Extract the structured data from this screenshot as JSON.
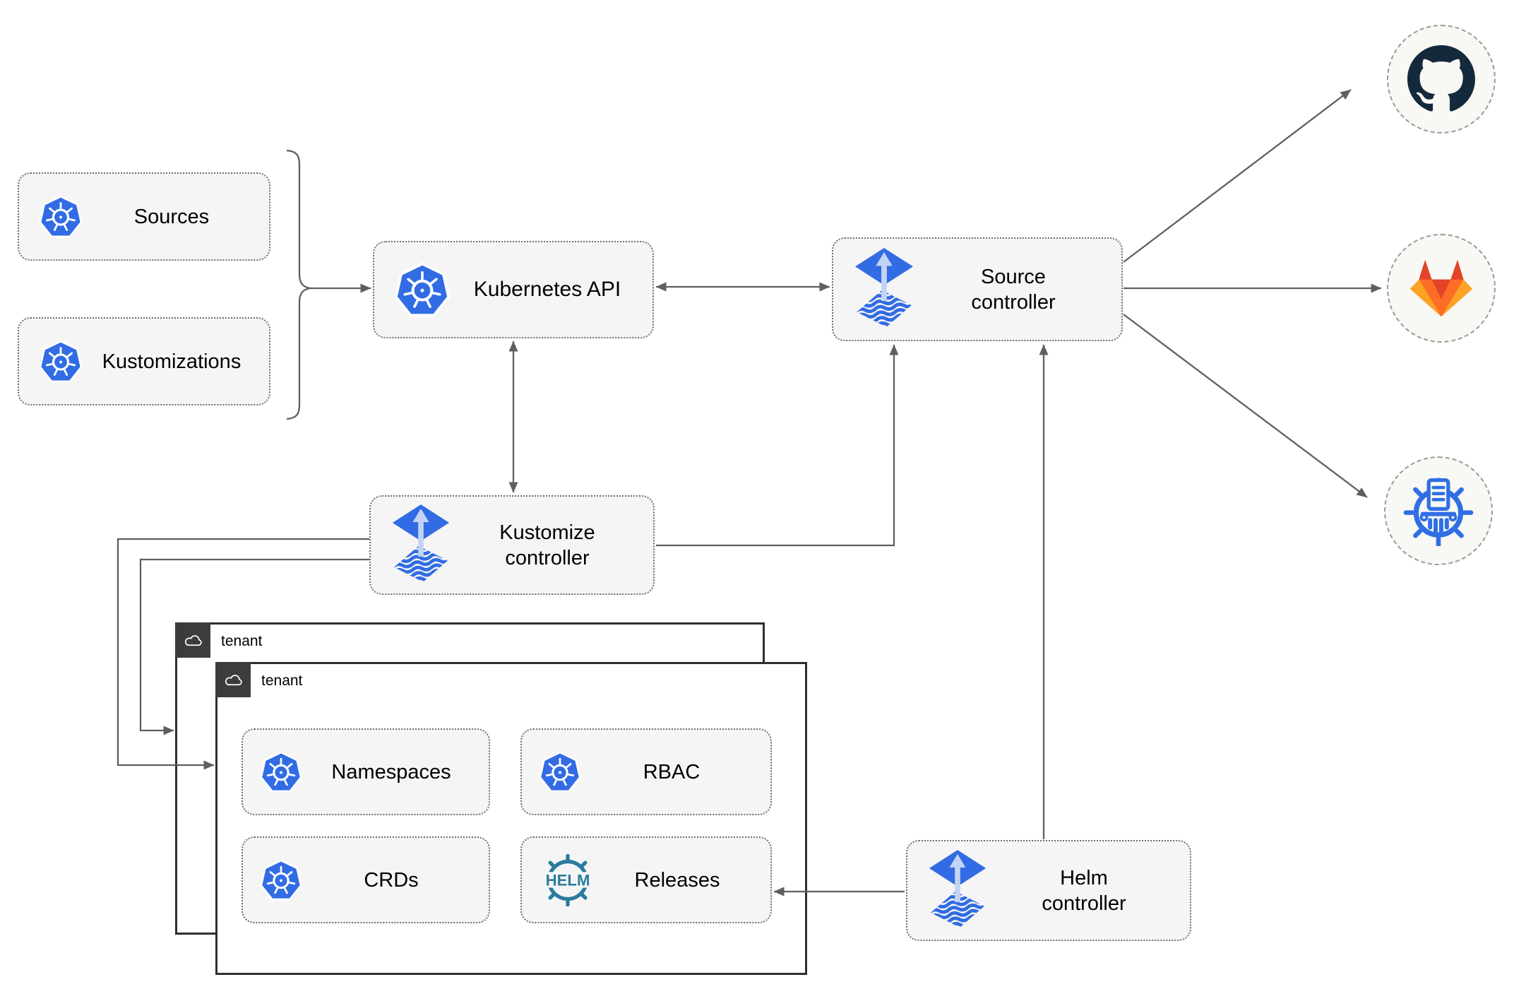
{
  "diagram": {
    "nodes": {
      "sources": {
        "label": "Sources",
        "icon": "kubernetes-icon"
      },
      "kustomizations": {
        "label": "Kustomizations",
        "icon": "kubernetes-icon"
      },
      "kubernetes_api": {
        "label": "Kubernetes API",
        "icon": "kubernetes-icon"
      },
      "source_controller": {
        "line1": "Source",
        "line2": "controller",
        "icon": "flux-icon"
      },
      "kustomize_controller": {
        "line1": "Kustomize",
        "line2": "controller",
        "icon": "flux-icon"
      },
      "helm_controller": {
        "line1": "Helm",
        "line2": "controller",
        "icon": "flux-icon"
      },
      "namespaces": {
        "label": "Namespaces",
        "icon": "kubernetes-icon"
      },
      "rbac": {
        "label": "RBAC",
        "icon": "kubernetes-icon"
      },
      "crds": {
        "label": "CRDs",
        "icon": "kubernetes-icon"
      },
      "releases": {
        "label": "Releases",
        "icon": "helm-icon"
      }
    },
    "groups": {
      "tenant_outer": {
        "label": "tenant",
        "icon": "cloud-icon"
      },
      "tenant_inner": {
        "label": "tenant",
        "icon": "cloud-icon"
      }
    },
    "externals": {
      "github": {
        "icon": "github-icon"
      },
      "gitlab": {
        "icon": "gitlab-icon"
      },
      "chartmuseum": {
        "icon": "chartmuseum-icon"
      }
    },
    "helm_logo_text": "HELM",
    "edges": [
      {
        "from": "sources/kustomizations bracket",
        "to": "kubernetes_api",
        "style": "arrow"
      },
      {
        "from": "kubernetes_api",
        "to": "source_controller",
        "style": "double-arrow"
      },
      {
        "from": "kubernetes_api",
        "to": "kustomize_controller",
        "style": "double-arrow"
      },
      {
        "from": "kustomize_controller",
        "to": "source_controller",
        "style": "arrow"
      },
      {
        "from": "helm_controller",
        "to": "source_controller",
        "style": "arrow"
      },
      {
        "from": "kustomize_controller",
        "to": "tenant_outer",
        "style": "arrow"
      },
      {
        "from": "kustomize_controller",
        "to": "tenant_inner",
        "style": "arrow"
      },
      {
        "from": "helm_controller",
        "to": "releases",
        "style": "arrow"
      },
      {
        "from": "source_controller",
        "to": "github",
        "style": "arrow"
      },
      {
        "from": "source_controller",
        "to": "gitlab",
        "style": "arrow"
      },
      {
        "from": "source_controller",
        "to": "chartmuseum",
        "style": "arrow"
      }
    ],
    "colors": {
      "kubernetes_blue": "#326ce5",
      "flux_blue": "#316ce4",
      "flux_light_arrow": "#c3d4f3",
      "helm_teal": "#2a7b9e",
      "github_dark": "#15293d",
      "gitlab_red": "#e24329",
      "gitlab_orange": "#fc6d26",
      "gitlab_light_orange": "#fca326",
      "chartmuseum_blue": "#2f6fe4",
      "edge_gray": "#5f5f5f",
      "node_fill": "#f5f5f5",
      "node_border": "#6f6f6f",
      "tenant_border": "#2f2f2f",
      "tenant_tab": "#3c3c3c",
      "circle_fill": "#f8f8f4"
    }
  }
}
